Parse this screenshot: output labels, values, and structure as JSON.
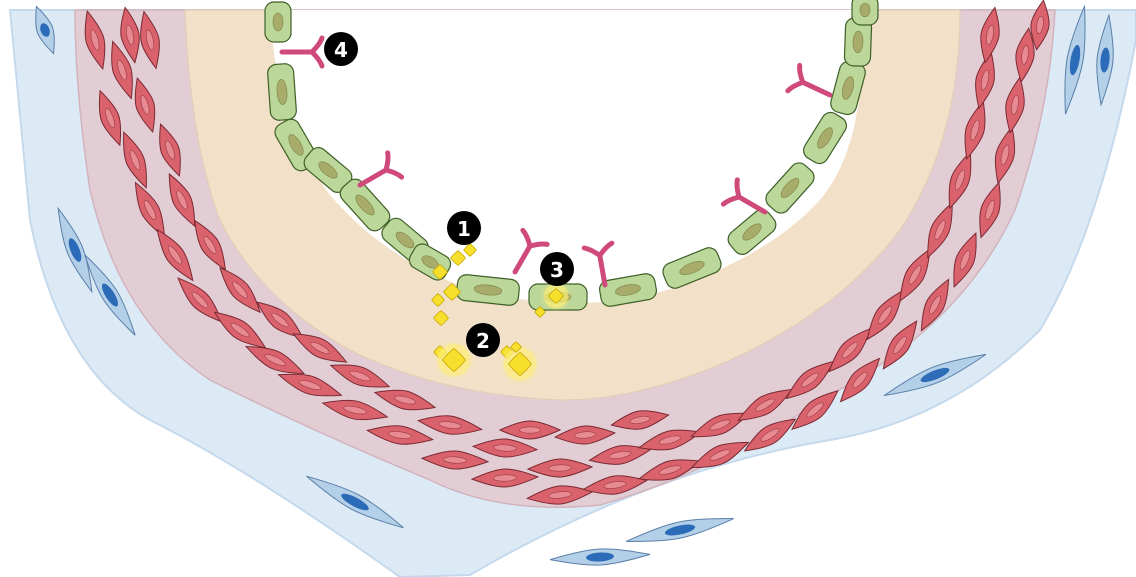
{
  "markers": [
    {
      "label": "1"
    },
    {
      "label": "2"
    },
    {
      "label": "3"
    },
    {
      "label": "4"
    }
  ],
  "colors": {
    "background": "#ffffff",
    "adventitia": "#dceaf6",
    "adventitia_outline": "#c5d9ec",
    "media": "#e3cdd4",
    "intima": "#f2e0c8",
    "smooth_muscle_fill": "#d9626c",
    "smooth_muscle_stroke": "#7a2a33",
    "endothelium_fill": "#bcd79a",
    "endothelium_stroke": "#3f5f28",
    "endothelium_nucleus": "#a8ac6a",
    "fibroblast_fill": "#b4cfe8",
    "fibroblast_nucleus": "#2c6bb8",
    "receptor": "#cf4a7a",
    "lipid": "#f7df2e",
    "lipid_glow": "#fff176",
    "marker_fill": "#000000",
    "marker_text": "#ffffff"
  },
  "icons": [
    "endothelial-cell",
    "smooth-muscle-cell",
    "fibroblast",
    "y-shaped-receptor",
    "lipid-particle",
    "numbered-marker"
  ]
}
